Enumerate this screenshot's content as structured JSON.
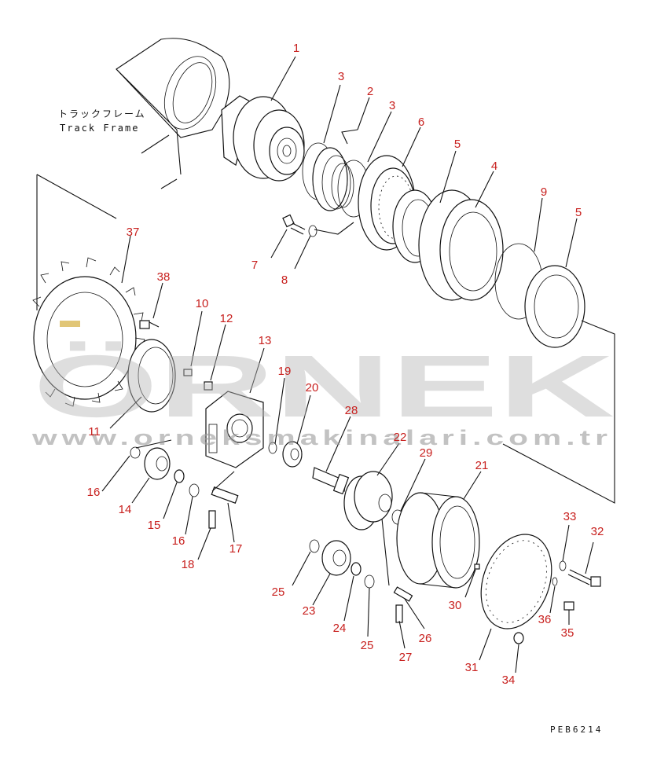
{
  "diagram": {
    "frame_label_jp": "トラックフレーム",
    "frame_label_en": "Track Frame",
    "drawing_code": "PEB6214",
    "watermark": {
      "brand": "ÖRNEK",
      "url": "www.orneksmakinalari.com.tr",
      "accent": "#d7b34a"
    },
    "callout_color": "#c8201e",
    "callouts": [
      "1",
      "3",
      "2",
      "3",
      "6",
      "5",
      "4",
      "9",
      "5",
      "7",
      "8",
      "37",
      "38",
      "10",
      "12",
      "13",
      "19",
      "20",
      "28",
      "22",
      "29",
      "21",
      "11",
      "16",
      "14",
      "15",
      "16",
      "18",
      "17",
      "33",
      "32",
      "25",
      "23",
      "24",
      "25",
      "30",
      "36",
      "35",
      "26",
      "27",
      "31",
      "34"
    ]
  }
}
